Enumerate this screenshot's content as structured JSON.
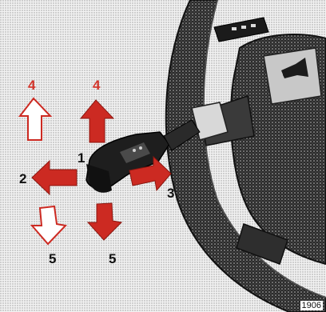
{
  "colors": {
    "arrow_red": "#cc2a22",
    "arrow_outline": "#cc2a22",
    "label_red": "#d2342a",
    "dark": "#1b1b1b",
    "stipple_bg": "#e4e4e4"
  },
  "labels": {
    "flash_outline": "4",
    "flash_solid": "4",
    "pull": "1",
    "left": "2",
    "right": "3",
    "wash_outline": "5",
    "wash_solid": "5"
  },
  "figure_code": "1906",
  "icons": {
    "horn": "horn-icon",
    "steering_wheel": "steering-wheel-icon",
    "stalk": "turn-signal-stalk-icon",
    "wiper_stalk": "wiper-stalk-icon"
  }
}
